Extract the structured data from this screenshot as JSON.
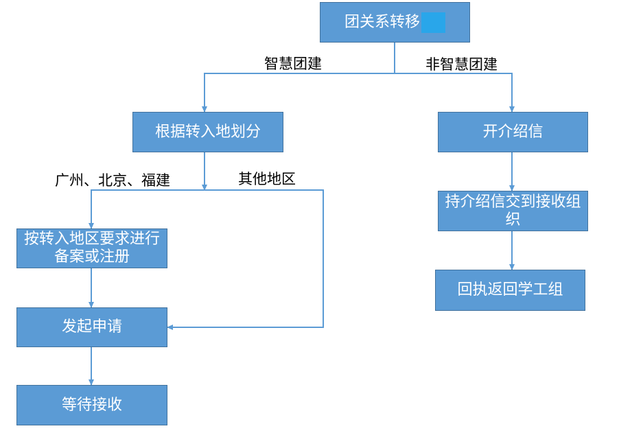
{
  "colors": {
    "box_fill": "#5b9bd5",
    "box_border": "#41719c",
    "connector": "#5b9bd5",
    "accent_square": "#29a6ea"
  },
  "nodes": {
    "root": "团关系转移",
    "left_split": "根据转入地划分",
    "register": "按转入地区要求进行备案或注册",
    "apply": "发起申请",
    "wait": "等待接收",
    "letter": "开介绍信",
    "deliver": "持介绍信交到接收组织",
    "return_receipt": "回执返回学工组"
  },
  "edges": {
    "smart": "智慧团建",
    "non_smart": "非智慧团建",
    "gz_bj_fj": "广州、北京、福建",
    "other_regions": "其他地区"
  }
}
